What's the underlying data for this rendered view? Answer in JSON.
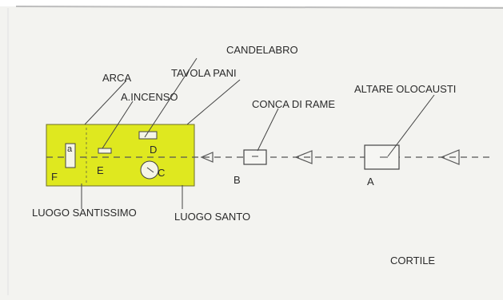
{
  "labels": {
    "candelabro": "CANDELABRO",
    "tavola_pani": "TAVOLA PANI",
    "arca": "ARCA",
    "incenso": "A.INCENSO",
    "altare": "ALTARE OLOCAUSTI",
    "conca": "CONCA DI RAME",
    "luogo_santissimo": "LUOGO SANTISSIMO",
    "luogo_santo": "LUOGO SANTO",
    "cortile": "CORTILE",
    "letter_a": "A",
    "letter_b": "B",
    "letter_c": "C",
    "letter_d": "D",
    "letter_e": "E",
    "letter_f": "F"
  },
  "colors": {
    "sanctuary_fill": "#dfe81f",
    "line": "#555555",
    "text": "#2a2a2a"
  }
}
